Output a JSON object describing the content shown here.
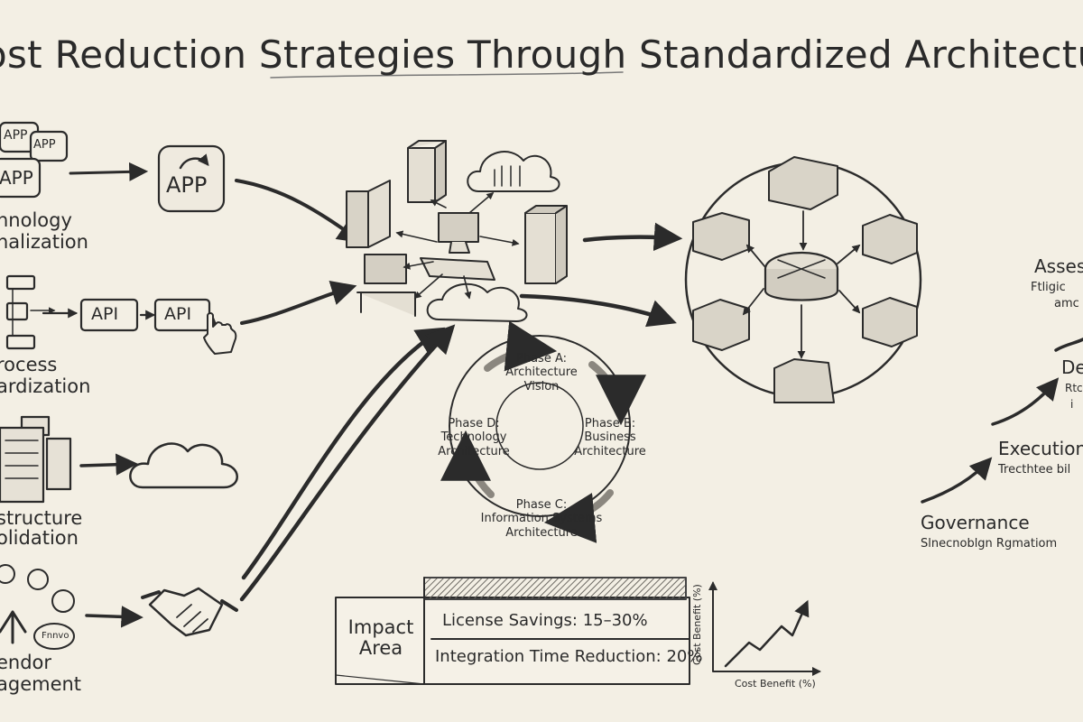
{
  "title": "ost Reduction Strategies Through Standardized Architectu",
  "strategies": [
    {
      "label_line1": "hnology",
      "label_line2": "nalization"
    },
    {
      "label_line1": "rocess",
      "label_line2": "ardization"
    },
    {
      "label_line1": "structure",
      "label_line2": "olidation"
    },
    {
      "label_line1": "endor",
      "label_line2": "agement"
    }
  ],
  "app_tiles": [
    "APP",
    "APP",
    "APP"
  ],
  "app_result": "APP",
  "api_labels": [
    "API",
    "API"
  ],
  "vendor_logos": [
    "Fnnvo"
  ],
  "togaf_cycle": {
    "phase_a": {
      "name": "Phase A:",
      "line1": "Architecture",
      "line2": "Vision"
    },
    "phase_b": {
      "name": "Phase B:",
      "line1": "Business",
      "line2": "Architecture"
    },
    "phase_c": {
      "name": "Phase C:",
      "line1": "Information Systems",
      "line2": "Architecture"
    },
    "phase_d": {
      "name": "Phase D:",
      "line1": "Technology",
      "line2": "Architecture"
    }
  },
  "impact_table": {
    "header": "Impact Area",
    "row1": "License Savings: 15–30%",
    "row2": "Integration Time Reduction: 20%"
  },
  "mini_chart": {
    "y_label": "Cost Benefit (%)",
    "x_label": "Cost Benefit (%)"
  },
  "maturity_steps": [
    {
      "name": "Governance",
      "desc": "Slnecnoblgn Rgmatiom"
    },
    {
      "name": "Execution",
      "desc": "Trecthtee bil"
    },
    {
      "name": "De",
      "desc": "Rtc",
      "desc2": "i"
    },
    {
      "name": "Asses",
      "desc": "Ftligic",
      "desc2": "amc"
    }
  ],
  "colors": {
    "ink": "#2b2b2b",
    "paper": "#f3efe4",
    "shade": "#b9b5ab"
  }
}
